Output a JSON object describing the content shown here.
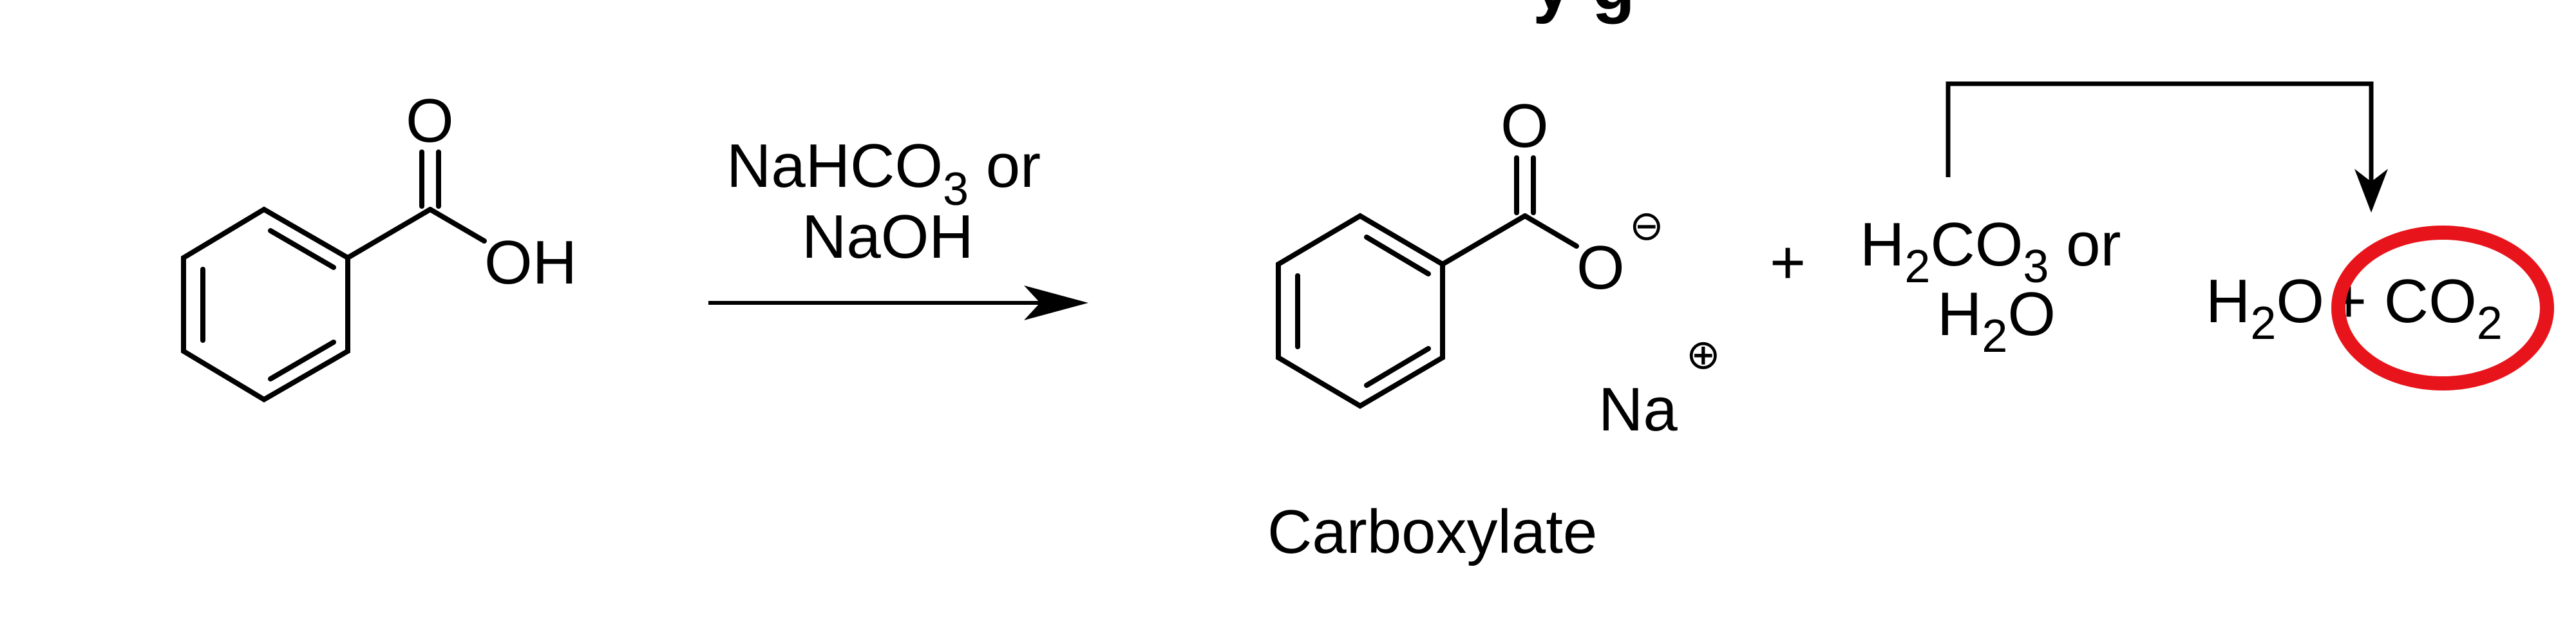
{
  "title_fragment": "y g",
  "reactant": {
    "oxygen_label": "O",
    "hydroxyl_label": "OH"
  },
  "reagent": {
    "line1_main": "NaHCO",
    "line1_sub": "3",
    "line1_tail": " or",
    "line2": "NaOH"
  },
  "product": {
    "oxygen_label": "O",
    "anion_oxygen_label": "O",
    "anion_charge": "⊖",
    "cation_label": "Na",
    "cation_charge": "⊕",
    "name": "Carboxylate"
  },
  "plus": "+",
  "byproduct": {
    "h": "H",
    "h_sub": "2",
    "co": "CO",
    "co_sub": "3",
    "or": " or",
    "line2_h": "H",
    "line2_sub": "2",
    "line2_o": "O"
  },
  "decomposition": {
    "h": "H",
    "h_sub": "2",
    "o": "O",
    "plus": "+ ",
    "co": "CO",
    "co_sub": "2"
  },
  "colors": {
    "ink": "#000000",
    "highlight": "#e8141b"
  }
}
